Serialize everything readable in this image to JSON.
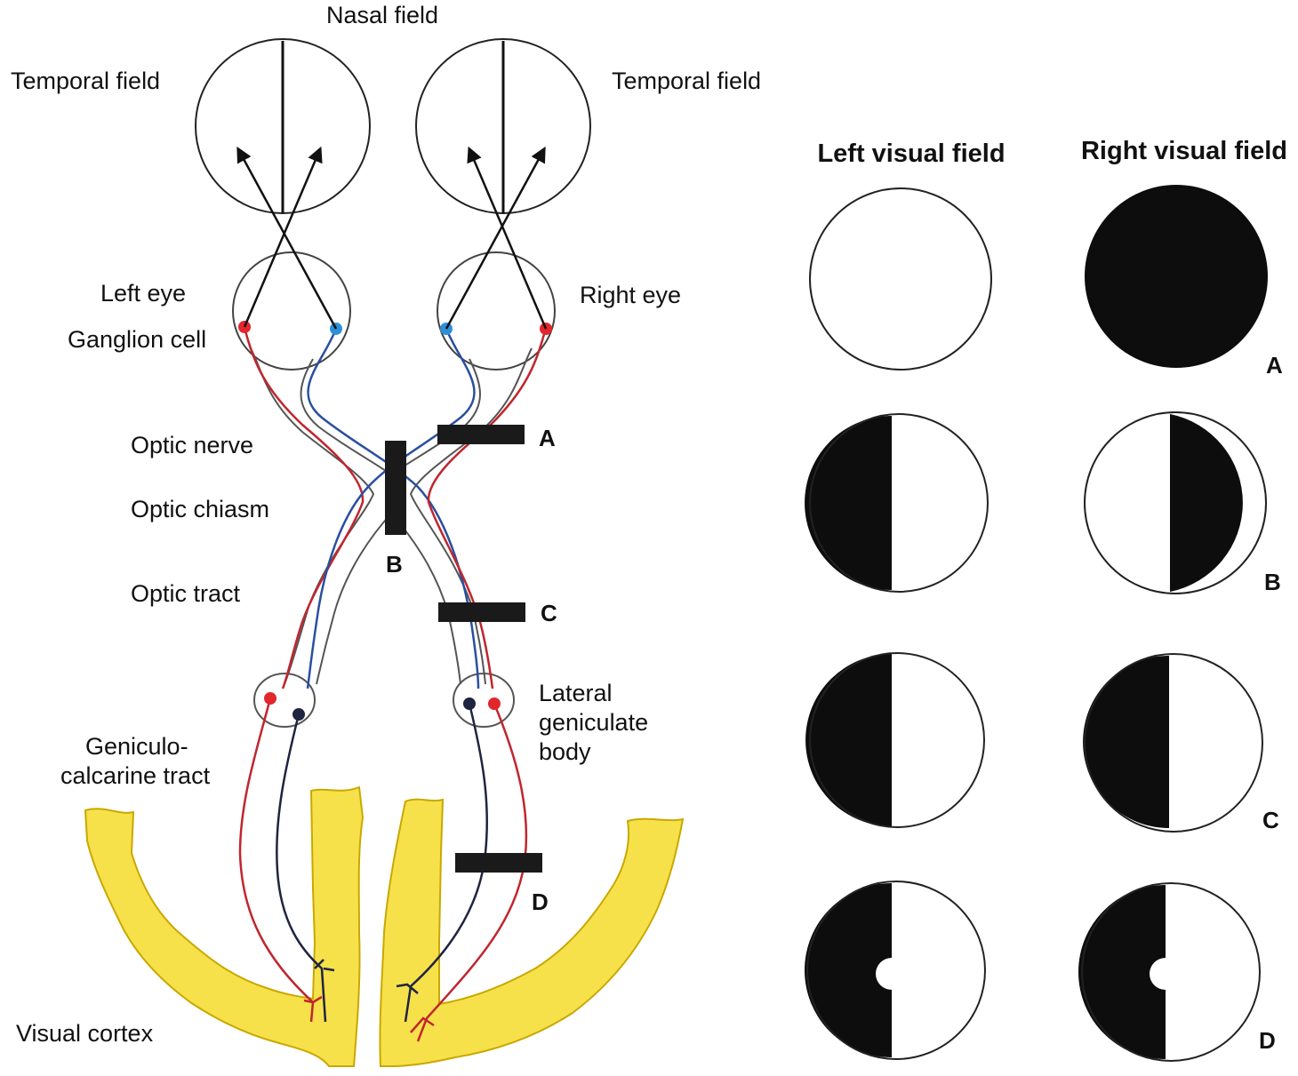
{
  "labels": {
    "nasal_field": "Nasal field",
    "temporal_field_left": "Temporal field",
    "temporal_field_right": "Temporal field",
    "left_eye": "Left eye",
    "ganglion_cell": "Ganglion cell",
    "right_eye": "Right eye",
    "optic_nerve": "Optic nerve",
    "optic_chiasm": "Optic chiasm",
    "optic_tract": "Optic tract",
    "lateral_geniculate_1": "Lateral",
    "lateral_geniculate_2": "geniculate",
    "lateral_geniculate_3": "body",
    "geniculo_1": "Geniculo-",
    "geniculo_2": "calcarine tract",
    "visual_cortex": "Visual cortex"
  },
  "lesions": {
    "a": "A",
    "b": "B",
    "c": "C",
    "d": "D"
  },
  "fields": {
    "left_header": "Left visual field",
    "right_header": "Right visual field",
    "rows": [
      {
        "label": "A",
        "left": "intact",
        "right": "complete loss (blindness of right eye)"
      },
      {
        "label": "B",
        "left": "temporal half lost",
        "right": "temporal half lost (bitemporal hemianopia)"
      },
      {
        "label": "C",
        "left": "left half lost",
        "right": "left half lost (homonymous hemianopia)"
      },
      {
        "label": "D",
        "left": "left half lost with macular sparing",
        "right": "left half lost with macular sparing"
      }
    ]
  },
  "colors": {
    "crossed_fiber": "#c0262d",
    "uncrossed_fiber": "#2a4fa0",
    "radiation_dark": "#1f2440",
    "cortex": "#f7e14a",
    "cortex_edge": "#c9a800",
    "lesion_bar": "#1a1a1a",
    "ganglion_red": "#e2262c",
    "ganglion_blue": "#2e8fd8"
  }
}
